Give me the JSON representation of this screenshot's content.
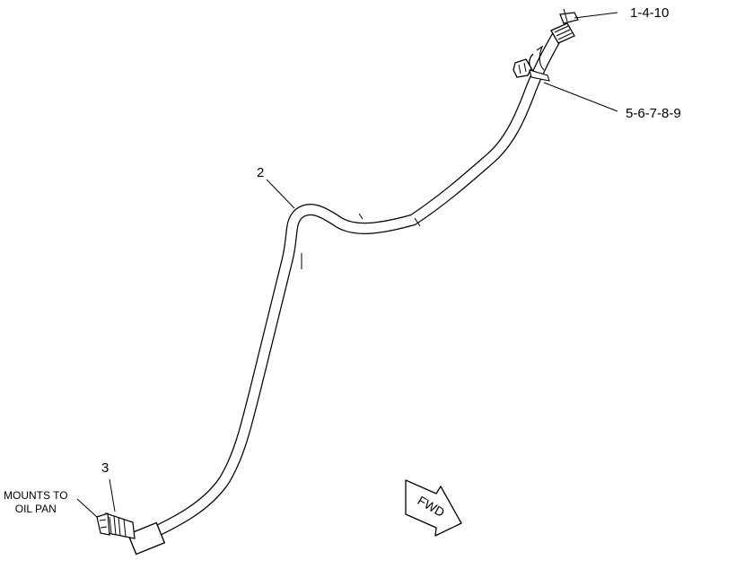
{
  "callouts": {
    "c_1_4_10": "1-4-10",
    "c_5_6_7_8_9": "5-6-7-8-9",
    "c_2": "2",
    "c_3": "3"
  },
  "note": {
    "line1": "MOUNTS TO",
    "line2": "OIL PAN"
  },
  "fwd_arrow": {
    "label": "FWD"
  }
}
